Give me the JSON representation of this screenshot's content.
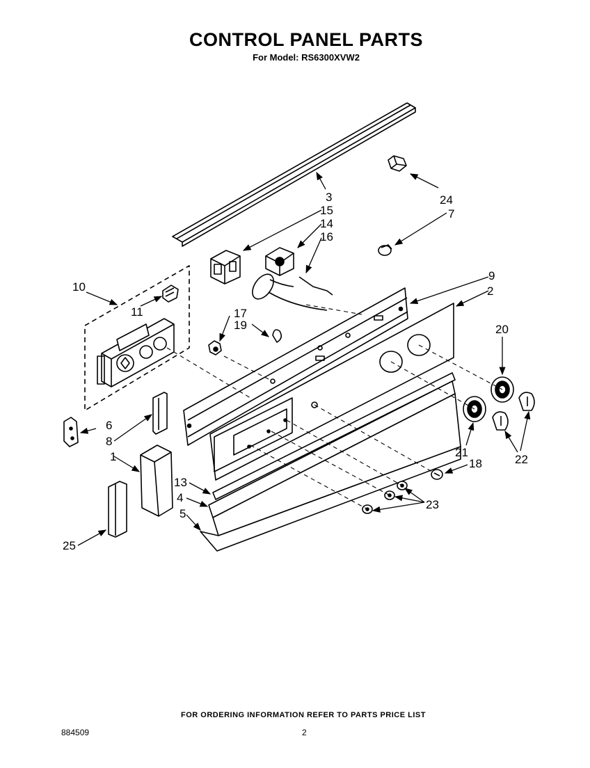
{
  "header": {
    "title": "CONTROL PANEL PARTS",
    "subtitle": "For Model: RS6300XVW2"
  },
  "callouts": {
    "c1": "1",
    "c2": "2",
    "c3": "3",
    "c4": "4",
    "c5": "5",
    "c6": "6",
    "c7": "7",
    "c8": "8",
    "c9": "9",
    "c10": "10",
    "c11": "11",
    "c13": "13",
    "c14": "14",
    "c15": "15",
    "c16": "16",
    "c17": "17",
    "c18": "18",
    "c19": "19",
    "c20": "20",
    "c21": "21",
    "c22": "22",
    "c23": "23",
    "c24": "24",
    "c25": "25"
  },
  "footer": {
    "ordering_note": "FOR ORDERING INFORMATION REFER TO PARTS PRICE LIST",
    "document_number": "884509",
    "page_number": "2"
  }
}
